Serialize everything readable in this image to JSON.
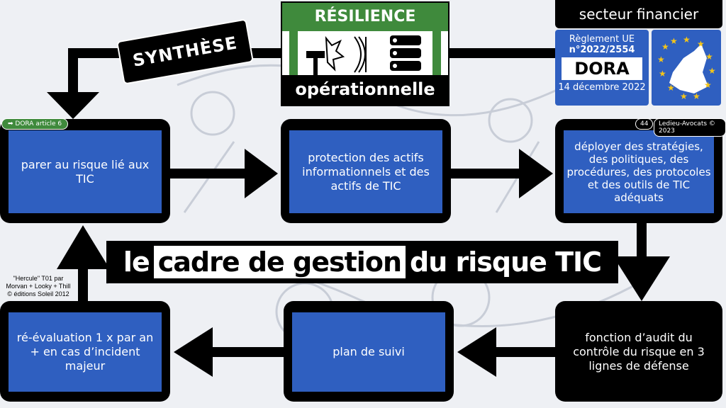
{
  "header": {
    "synthese": "SYNTHÈSE",
    "resilience_top": "RÉSILIENCE",
    "resilience_bottom": "opérationnelle",
    "sector": "secteur financier",
    "regulation": {
      "line1": "Règlement UE",
      "line2": "n°2022/2554",
      "name": "DORA",
      "date": "14 décembre 2022"
    }
  },
  "tags": {
    "article": "DORA article 6",
    "page": "44",
    "copyright": "Ledieu-Avocats © 2023"
  },
  "boxes": [
    {
      "text": "parer au risque lié aux TIC"
    },
    {
      "text": "protection des actifs informationnels et des actifs de TIC"
    },
    {
      "text": "déployer des stratégies, des politiques, des procédures, des protocoles et des outils de TIC adéquats"
    },
    {
      "text": "fonction d’audit du contrôle du risque en 3 lignes de défense"
    },
    {
      "text": "plan de suivi"
    },
    {
      "text": "ré-évaluation 1 x par an + en cas d’incident majeur"
    }
  ],
  "banner": {
    "p1": "le",
    "p2": "cadre de gestion",
    "p3": "du risque TIC"
  },
  "credit": {
    "l1": "\"Hercule\" T01 par",
    "l2": "Morvan + Looky + Thill",
    "l3": "© éditions Soleil 2012"
  },
  "colors": {
    "blue": "#2f5fc0",
    "green": "#3f8a3c",
    "black": "#000000"
  }
}
